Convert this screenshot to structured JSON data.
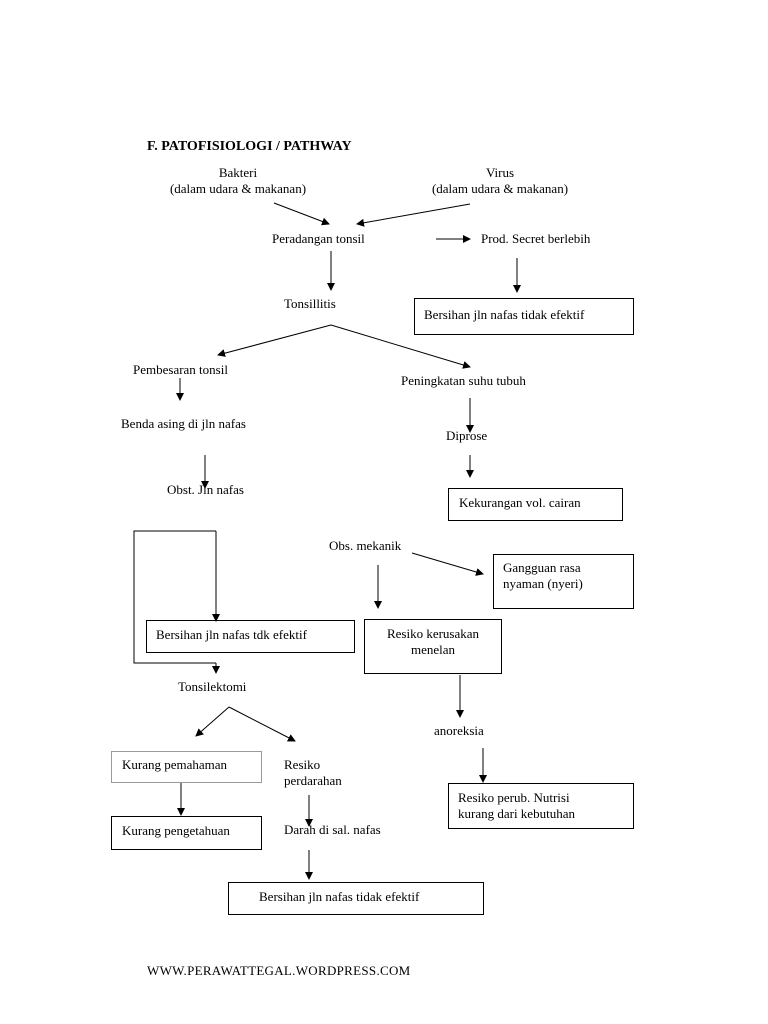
{
  "heading": "F. PATOFISIOLOGI / PATHWAY",
  "nodes": {
    "bakteri": "Bakteri",
    "bakteri_sub": "(dalam udara & makanan)",
    "virus": "Virus",
    "virus_sub": "(dalam udara & makanan)",
    "peradangan": "Peradangan tonsil",
    "prod_secret": "Prod. Secret berlebih",
    "bersihan_1": "Bersihan jln nafas tidak efektif",
    "tonsillitis": "Tonsillitis",
    "pembesaran": "Pembesaran tonsil",
    "peningkatan": "Peningkatan suhu tubuh",
    "benda_asing": "Benda asing di jln nafas",
    "diprose": "Diprose",
    "kekurangan": "Kekurangan vol. cairan",
    "obst": "Obst. Jln nafas",
    "obs_mekanik": "Obs. mekanik",
    "gangguan_1": "Gangguan rasa",
    "gangguan_2": "nyaman (nyeri)",
    "bersihan_tdk": "Bersihan jln nafas tdk efektif",
    "resiko_kerusakan_1": "Resiko kerusakan",
    "resiko_kerusakan_2": "menelan",
    "tonsilektomi": "Tonsilektomi",
    "anoreksia": "anoreksia",
    "kurang_pemahaman": "Kurang pemahaman",
    "resiko_perdarahan_1": "Resiko",
    "resiko_perdarahan_2": "perdarahan",
    "resiko_nutrisi_1": "Resiko perub. Nutrisi",
    "resiko_nutrisi_2": "kurang dari kebutuhan",
    "kurang_pengetahuan": "Kurang pengetahuan",
    "darah": "Darah di sal. nafas",
    "bersihan_final": "Bersihan jln nafas tidak efektif"
  },
  "footer": "WWW.PERAWATTEGAL.WORDPRESS.COM"
}
